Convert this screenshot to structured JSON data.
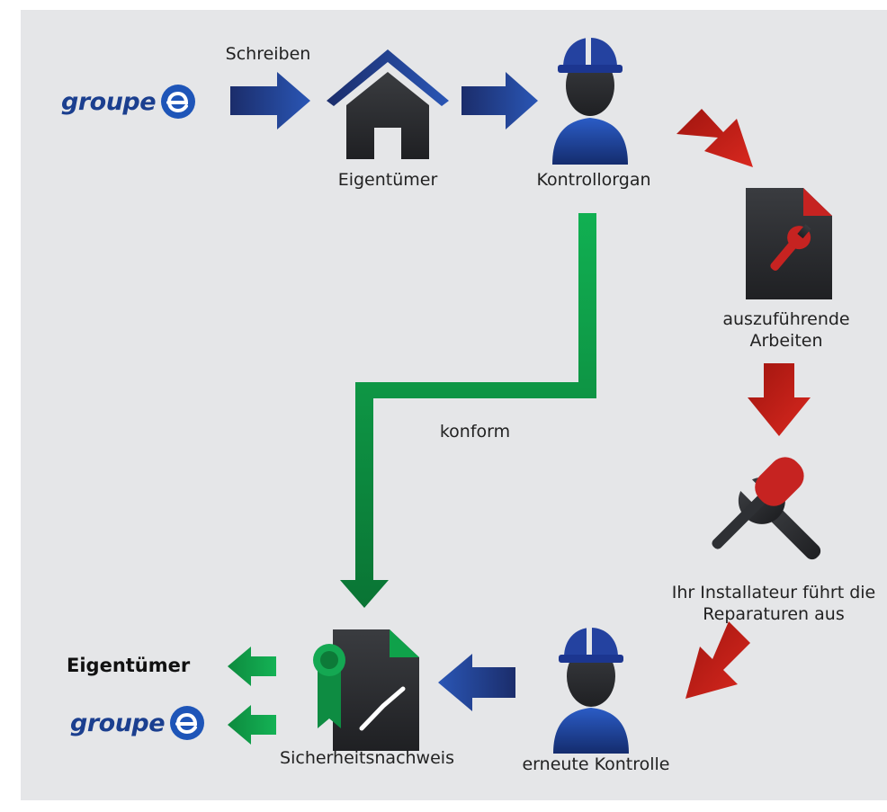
{
  "labels": {
    "schreiben": "Schreiben",
    "eigentuemer_top": "Eigentümer",
    "kontrollorgan": "Kontrollorgan",
    "arbeiten": "auszuführende\nArbeiten",
    "installateur": "Ihr Installateur führt die\nReparaturen aus",
    "konform": "konform",
    "erneute_kontrolle": "erneute Kontrolle",
    "sicherheitsnachweis": "Sicherheitsnachweis",
    "eigentuemer_bottom": "Eigentümer"
  },
  "logo": {
    "text": "groupe"
  },
  "colors": {
    "background": "#e5e6e8",
    "dark_icon": "#2b2d30",
    "navy": "#1e3f8a",
    "red": "#c62321",
    "green": "#0fa14a",
    "green_dark": "#0d7a38"
  }
}
